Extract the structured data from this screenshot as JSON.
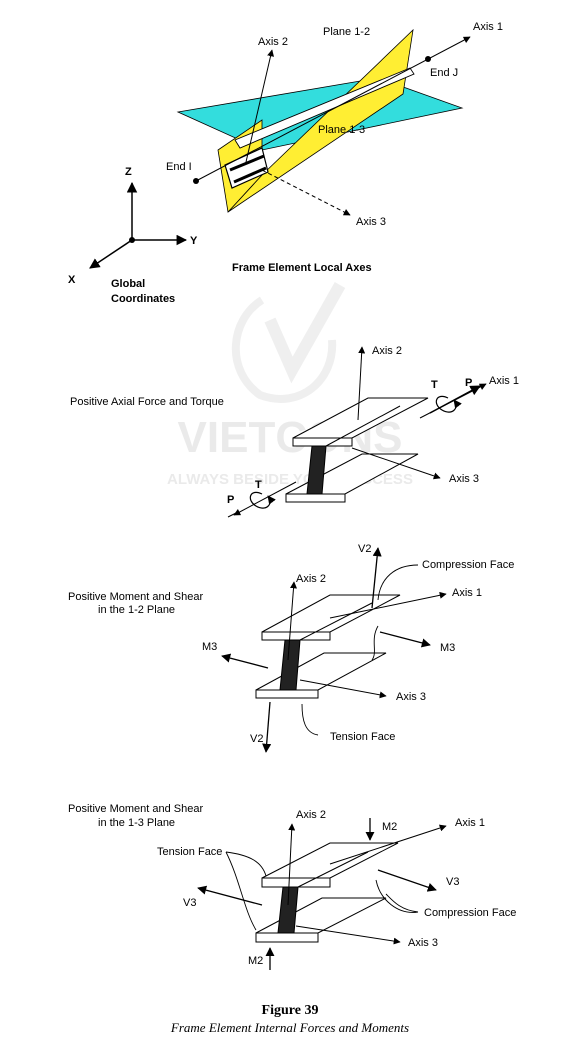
{
  "figure": {
    "number_label": "Figure 39",
    "caption": "Frame Element Internal Forces and Moments"
  },
  "watermark": {
    "brand": "VIETCONS",
    "slogan": "ALWAYS BESIDE YOUR SUCCESS"
  },
  "panel_axes": {
    "axis1": "Axis 1",
    "axis2": "Axis 2",
    "axis3": "Axis 3",
    "plane12": "Plane 1-2",
    "plane13": "Plane 1-3",
    "end_i": "End I",
    "end_j": "End J",
    "z": "Z",
    "y": "Y",
    "x": "X",
    "global_line1": "Global",
    "global_line2": "Coordinates",
    "title": "Frame Element Local Axes"
  },
  "panel_axial": {
    "title": "Positive Axial Force and Torque",
    "axis1": "Axis 1",
    "axis2": "Axis 2",
    "axis3": "Axis 3",
    "t": "T",
    "p": "P"
  },
  "panel_m12": {
    "title_line1": "Positive Moment and Shear",
    "title_line2": "in the 1-2 Plane",
    "axis1": "Axis 1",
    "axis2": "Axis 2",
    "axis3": "Axis 3",
    "v2": "V2",
    "m3": "M3",
    "compression": "Compression Face",
    "tension": "Tension Face"
  },
  "panel_m13": {
    "title_line1": "Positive Moment and Shear",
    "title_line2": "in the 1-3 Plane",
    "axis1": "Axis 1",
    "axis2": "Axis 2",
    "axis3": "Axis 3",
    "v3": "V3",
    "m2": "M2",
    "compression": "Compression Face",
    "tension": "Tension Face"
  },
  "colors": {
    "plane_1_2": "#ffee33",
    "plane_1_3": "#33dddd",
    "ink": "#000000",
    "watermark": "#e8e8e8"
  }
}
